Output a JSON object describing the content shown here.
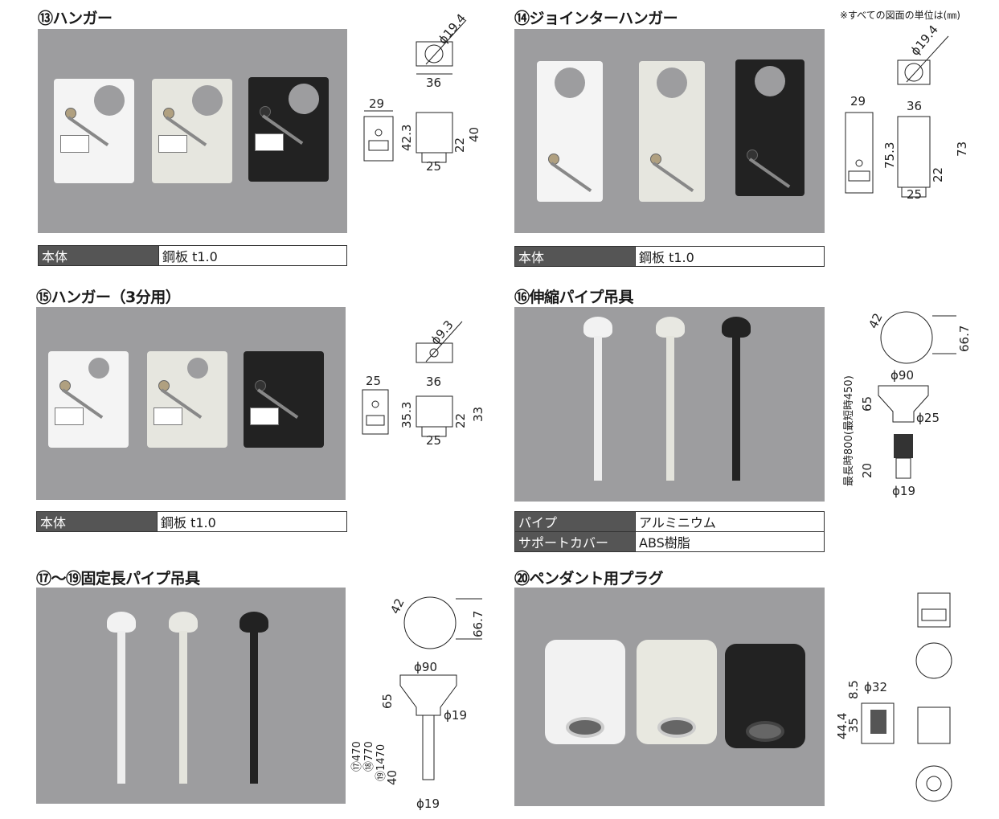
{
  "note": "※すべての図面の単位は(㎜)",
  "sections": [
    {
      "title": "⑬ハンガー",
      "specs": [
        [
          "本体",
          "鋼板 t1.0"
        ]
      ],
      "dims": {
        "phi": "ϕ19.4",
        "w_top": "36",
        "w_side": "29",
        "h_left": "42.3",
        "h_right": "40",
        "h_screw": "22",
        "w_bottom": "25"
      }
    },
    {
      "title": "⑭ジョインターハンガー",
      "specs": [
        [
          "本体",
          "鋼板 t1.0"
        ]
      ],
      "dims": {
        "phi": "ϕ19.4",
        "w_top": "36",
        "w_side": "29",
        "h_left": "75.3",
        "h_right": "73",
        "h_screw": "22",
        "w_bottom": "25"
      }
    },
    {
      "title": "⑮ハンガー（3分用）",
      "specs": [
        [
          "本体",
          "鋼板 t1.0"
        ]
      ],
      "dims": {
        "phi": "ϕ9.3",
        "w_top": "36",
        "w_side": "25",
        "h_left": "35.3",
        "h_right": "33",
        "h_screw": "22",
        "w_bottom": "25"
      }
    },
    {
      "title": "⑯伸縮パイプ吊具",
      "specs": [
        [
          "パイプ",
          "アルミニウム"
        ],
        [
          "サポートカバー",
          "ABS樹脂"
        ]
      ],
      "dims": {
        "pitch": "42",
        "top_h": "66.7",
        "phi_top": "ϕ90",
        "cone_h": "65",
        "phi_neck": "ϕ25",
        "length": "最長時800(最短時450)",
        "bottom_h": "20",
        "phi_bottom": "ϕ19"
      }
    },
    {
      "title": "⑰〜⑲固定長パイプ吊具",
      "specs": [],
      "dims": {
        "pitch": "42",
        "top_h": "66.7",
        "phi_top": "ϕ90",
        "cone_h": "65",
        "phi_neck": "ϕ19",
        "len1": "⑰470",
        "len2": "⑱770",
        "len3": "⑲1470",
        "bottom_h": "40",
        "phi_bottom": "ϕ19"
      }
    },
    {
      "title": "⑳ペンダント用プラグ",
      "specs": [],
      "dims": {
        "top_h": "8.5",
        "phi": "ϕ32",
        "total_h": "44.4",
        "body_h": "35"
      }
    }
  ],
  "colors": {
    "photo_bg": "#9d9d9f",
    "spec_key_bg": "#555555",
    "white": "#f2f2f2",
    "ivory": "#e4e4dc",
    "black": "#222222"
  }
}
